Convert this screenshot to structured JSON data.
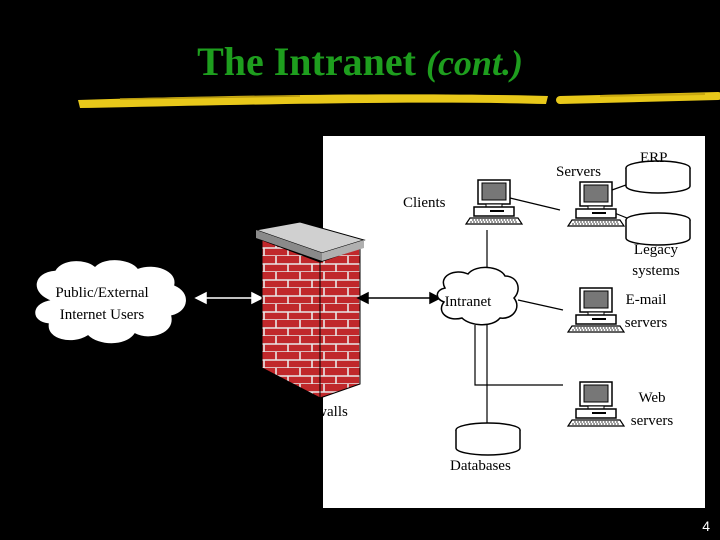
{
  "slide": {
    "title_main": "The Intranet",
    "title_cont": "(cont.)",
    "page_number": "4"
  },
  "diagram": {
    "nodes": {
      "public_users": "Public/External Internet Users",
      "public_users_line1": "Public/External",
      "public_users_line2": "Internet Users",
      "firewalls": "Firewalls",
      "intranet": "Intranet",
      "clients": "Clients",
      "servers": "Servers",
      "erp": "ERP",
      "legacy_line1": "Legacy",
      "legacy_line2": "systems",
      "email_line1": "E-mail",
      "email_line2": "servers",
      "web_line1": "Web",
      "web_line2": "servers",
      "databases": "Databases"
    },
    "colors": {
      "title": "#1e9e1e",
      "brick": "#c0282b",
      "underline": "#e8c81a"
    }
  }
}
